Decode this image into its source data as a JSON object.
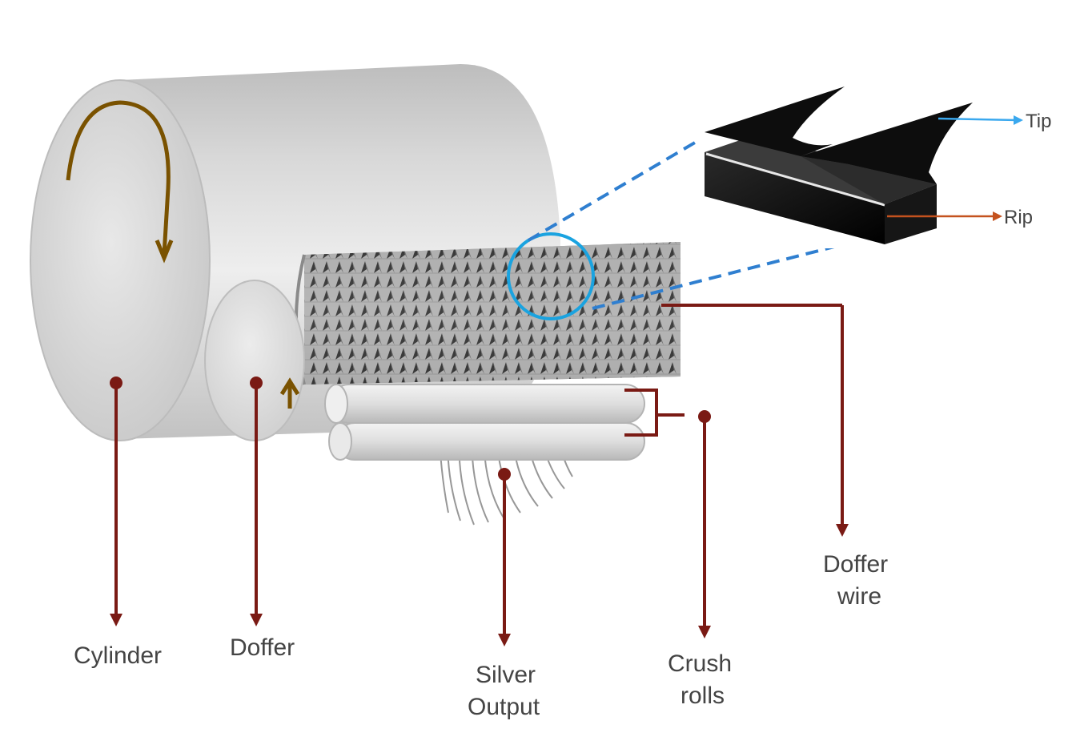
{
  "labels": {
    "cylinder": "Cylinder",
    "doffer": "Doffer",
    "silver_output_line1": "Silver",
    "silver_output_line2": "Output",
    "crush_rolls_line1": "Crush",
    "crush_rolls_line2": "rolls",
    "doffer_wire_line1": "Doffer",
    "doffer_wire_line2": "wire",
    "tip": "Tip",
    "rip": "Rip"
  },
  "colors": {
    "leader": "#7a1a14",
    "rotation_arrow": "#7a5200",
    "zoom_circle": "#1aa3e0",
    "zoom_dash": "#2f7fd0",
    "tip_arrow": "#3aa8ee",
    "rip_arrow": "#c4521e",
    "metal_light": "#e4e4e4",
    "metal_dark": "#a8a8a8"
  }
}
